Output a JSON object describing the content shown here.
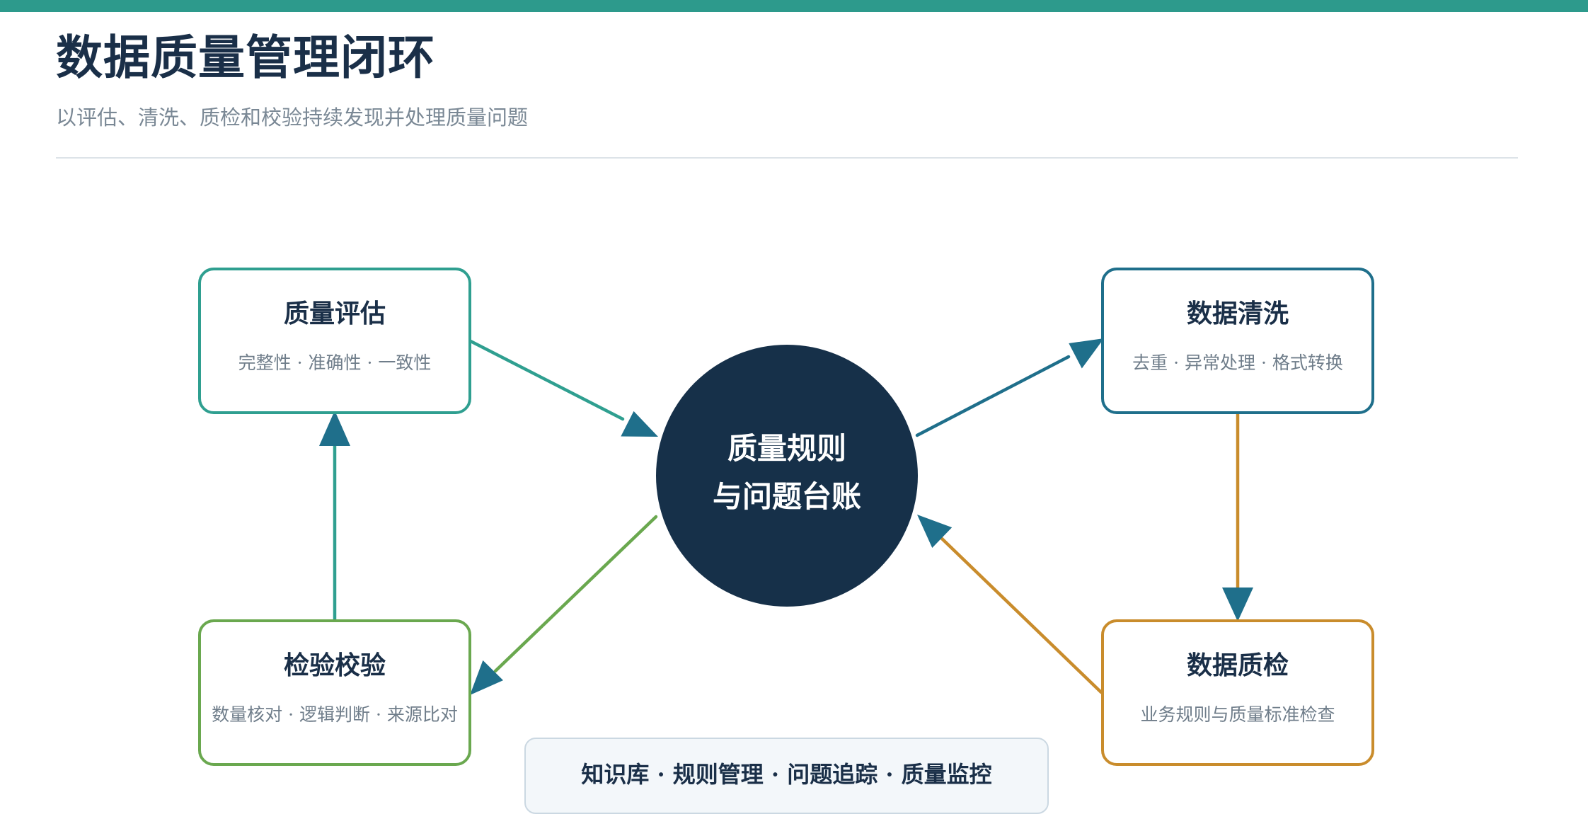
{
  "header": {
    "title": "数据质量管理闭环",
    "subtitle": "以评估、清洗、质检和校验持续发现并处理质量问题"
  },
  "hub": {
    "line1": "质量规则",
    "line2": "与问题台账"
  },
  "steps": {
    "assess": {
      "title": "质量评估",
      "desc": "完整性 · 准确性 · 一致性"
    },
    "clean": {
      "title": "数据清洗",
      "desc": "去重 · 异常处理 · 格式转换"
    },
    "qc": {
      "title": "数据质检",
      "desc": "业务规则与质量标准检查"
    },
    "verify": {
      "title": "检验校验",
      "desc": "数量核对 · 逻辑判断 · 来源比对"
    }
  },
  "footer": {
    "text": "知识库 · 规则管理 · 问题追踪 · 质量监控"
  },
  "colors": {
    "top_bar": "#2d9a8c",
    "title": "#1a2f48",
    "hub": "#163049",
    "assess": "#2f9f90",
    "clean": "#1f6f8b",
    "qc": "#c98c2c",
    "verify": "#6aa84f",
    "arrow_head": "#1f6f8b"
  }
}
